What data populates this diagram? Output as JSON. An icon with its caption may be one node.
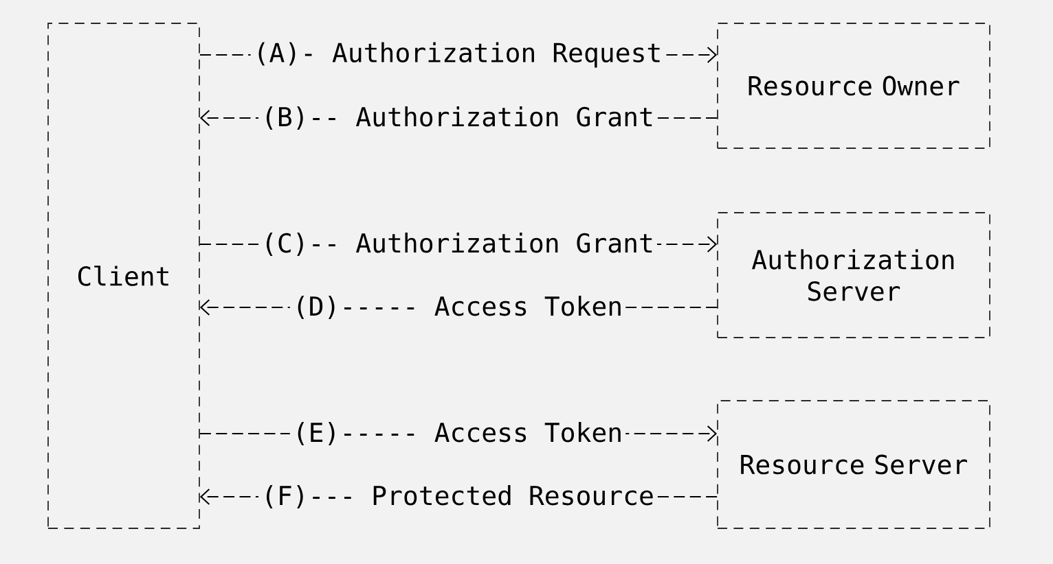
{
  "diagram": {
    "nodes": [
      {
        "text": [
          "Client"
        ]
      },
      {
        "text": [
          "Resource Owner"
        ]
      },
      {
        "text": [
          "Authorization Server"
        ]
      },
      {
        "text": [
          "Resource Server"
        ]
      }
    ],
    "edges": [
      {
        "from": 0,
        "to": 1,
        "arrow": "to",
        "label": "(A)- Authorization Request"
      },
      {
        "from": 1,
        "to": 0,
        "arrow": "to",
        "label": "(B)-- Authorization Grant"
      },
      {
        "from": 0,
        "to": 2,
        "arrow": "to",
        "label": "(C)-- Authorization Grant"
      },
      {
        "from": 2,
        "to": 0,
        "arrow": "to",
        "label": "(D)----- Access Token"
      },
      {
        "from": 0,
        "to": 3,
        "arrow": "to",
        "label": "(E)----- Access Token"
      },
      {
        "from": 3,
        "to": 0,
        "arrow": "to",
        "label": "(F)--- Protected Resource"
      }
    ]
  }
}
